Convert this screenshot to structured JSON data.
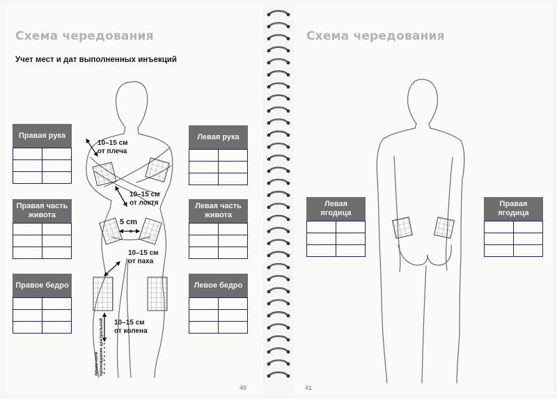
{
  "pages": {
    "left": {
      "title": "Схема чередования",
      "subtitle": "Учет  мест и дат выполненных инъекций",
      "page_number": "40",
      "grids": [
        {
          "id": "right-arm",
          "label": "Правая рука"
        },
        {
          "id": "right-abdomen",
          "label": "Правая часть живота"
        },
        {
          "id": "right-thigh",
          "label": "Правое бедро"
        },
        {
          "id": "left-arm",
          "label": "Левая рука"
        },
        {
          "id": "left-abdomen",
          "label": "Левая часть живота"
        },
        {
          "id": "left-thigh",
          "label": "Левое бедро"
        }
      ],
      "annotations": {
        "shoulder_dist": "10–15 см",
        "shoulder_ref": "от плеча",
        "elbow_dist": "10–15 см",
        "elbow_ref": "от локтя",
        "navel_dist": "5 cm",
        "groin_dist": "10–15 см",
        "groin_ref": "от паха",
        "knee_dist": "10–15 см",
        "knee_ref": "от колена",
        "vertical_line_1": "прохождение центральной",
        "vertical_line_2": "линии ноги"
      }
    },
    "right": {
      "title": "Схема чередования",
      "page_number": "41",
      "grids": [
        {
          "id": "left-buttock",
          "label": "Левая ягодица"
        },
        {
          "id": "right-buttock",
          "label": "Правая ягодица"
        }
      ]
    }
  },
  "colors": {
    "grid_label_bg": "#6e6e6e",
    "grid_line": "#1b1d82",
    "title": "#b3b3b3",
    "body_outline": "#6a6a6a"
  }
}
